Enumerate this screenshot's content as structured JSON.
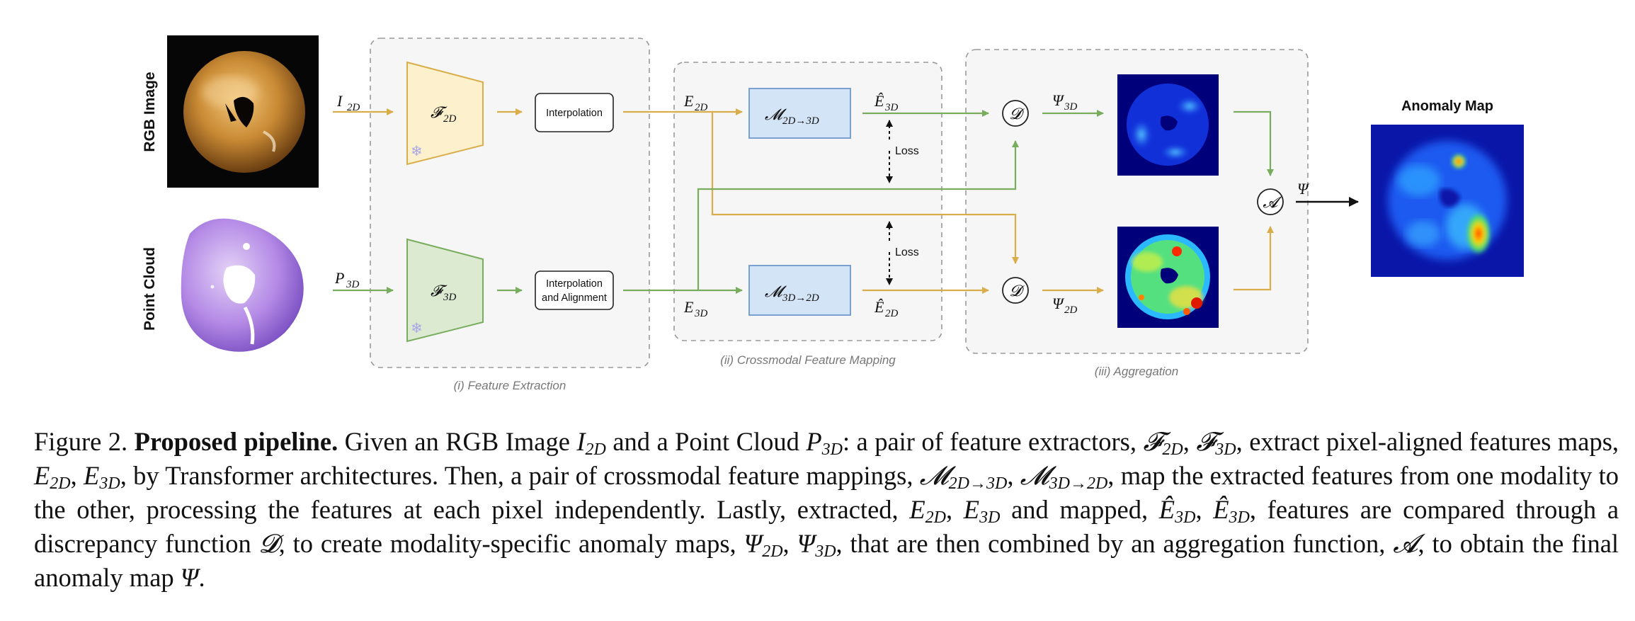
{
  "figure": {
    "side_labels": {
      "rgb": "RGB Image",
      "pc": "Point Cloud"
    },
    "inputs": {
      "i2d": {
        "base": "I",
        "sub": "2D"
      },
      "p3d": {
        "base": "P",
        "sub": "3D"
      }
    },
    "extractors": {
      "f2d": {
        "base": "𝓕",
        "sub": "2D"
      },
      "f3d": {
        "base": "𝓕",
        "sub": "3D"
      },
      "frozen_glyph": "❄"
    },
    "interp_2d": "Interpolation",
    "interp_3d": [
      "Interpolation",
      "and Alignment"
    ],
    "features": {
      "e2d": {
        "base": "E",
        "sub": "2D"
      },
      "e3d": {
        "base": "E",
        "sub": "3D"
      },
      "e3d_hat": {
        "base": "Ê",
        "sub": "3D"
      },
      "e2d_hat": {
        "base": "Ê",
        "sub": "2D"
      }
    },
    "mappings": {
      "m23": {
        "base": "𝓜",
        "sub": "2D→3D"
      },
      "m32": {
        "base": "𝓜",
        "sub": "3D→2D"
      }
    },
    "loss_label": "Loss",
    "discrepancy_symbol": "𝓓",
    "aggregation_symbol": "𝓐",
    "psi": {
      "psi3d": {
        "base": "Ψ",
        "sub": "3D"
      },
      "psi2d": {
        "base": "Ψ",
        "sub": "2D"
      },
      "psi": "Ψ"
    },
    "anomaly_title": "Anomaly Map",
    "stage_captions": {
      "s1": "(i) Feature Extraction",
      "s2": "(ii) Crossmodal Feature Mapping",
      "s3": "(iii) Aggregation"
    },
    "colors": {
      "yellow_line": "#d9ae4a",
      "green_line": "#78ad5e",
      "f2d_fill": "#fdf0cc",
      "f2d_stroke": "#d9ae4a",
      "f3d_fill": "#dcead2",
      "f3d_stroke": "#78ad5e",
      "mapping_fill": "#d4e4f7",
      "mapping_stroke": "#6e98cc",
      "stage_fill": "#f6f6f6",
      "stage_stroke": "#9a9a9a",
      "heat_bg": "#0a16a8"
    }
  },
  "caption": {
    "fig_label": "Figure 2.",
    "bold_title": "Proposed pipeline.",
    "t1": "Given an RGB Image",
    "t2": "and a Point Cloud",
    "t3": ": a pair of feature extractors,",
    "t4": "extract pixel-aligned features maps,",
    "t5": "by Transformer architectures.  Then, a pair of crossmodal feature mappings,",
    "t6": "map the extracted features from one modality to the other, processing the features at each pixel independently. Lastly, extracted,",
    "t7": "and mapped,",
    "t8": "features are compared through a discrepancy function",
    "t9": "to create modality-specific anomaly maps,",
    "t10": "that are then combined by an aggregation function,",
    "t11": "to obtain the final anomaly map",
    "sym_I": "I",
    "sym_P": "P",
    "sym_F": "𝓕",
    "sym_E": "E",
    "sym_Ehat": "Ê",
    "sym_M": "𝓜",
    "sym_D": "𝓓",
    "sym_A": "𝓐",
    "sym_Psi": "Ψ",
    "sub_2d": "2D",
    "sub_3d": "3D",
    "sub_23": "2D→3D",
    "sub_32": "3D→2D",
    "comma": ",",
    "period": ".",
    "comma_space": ", "
  }
}
